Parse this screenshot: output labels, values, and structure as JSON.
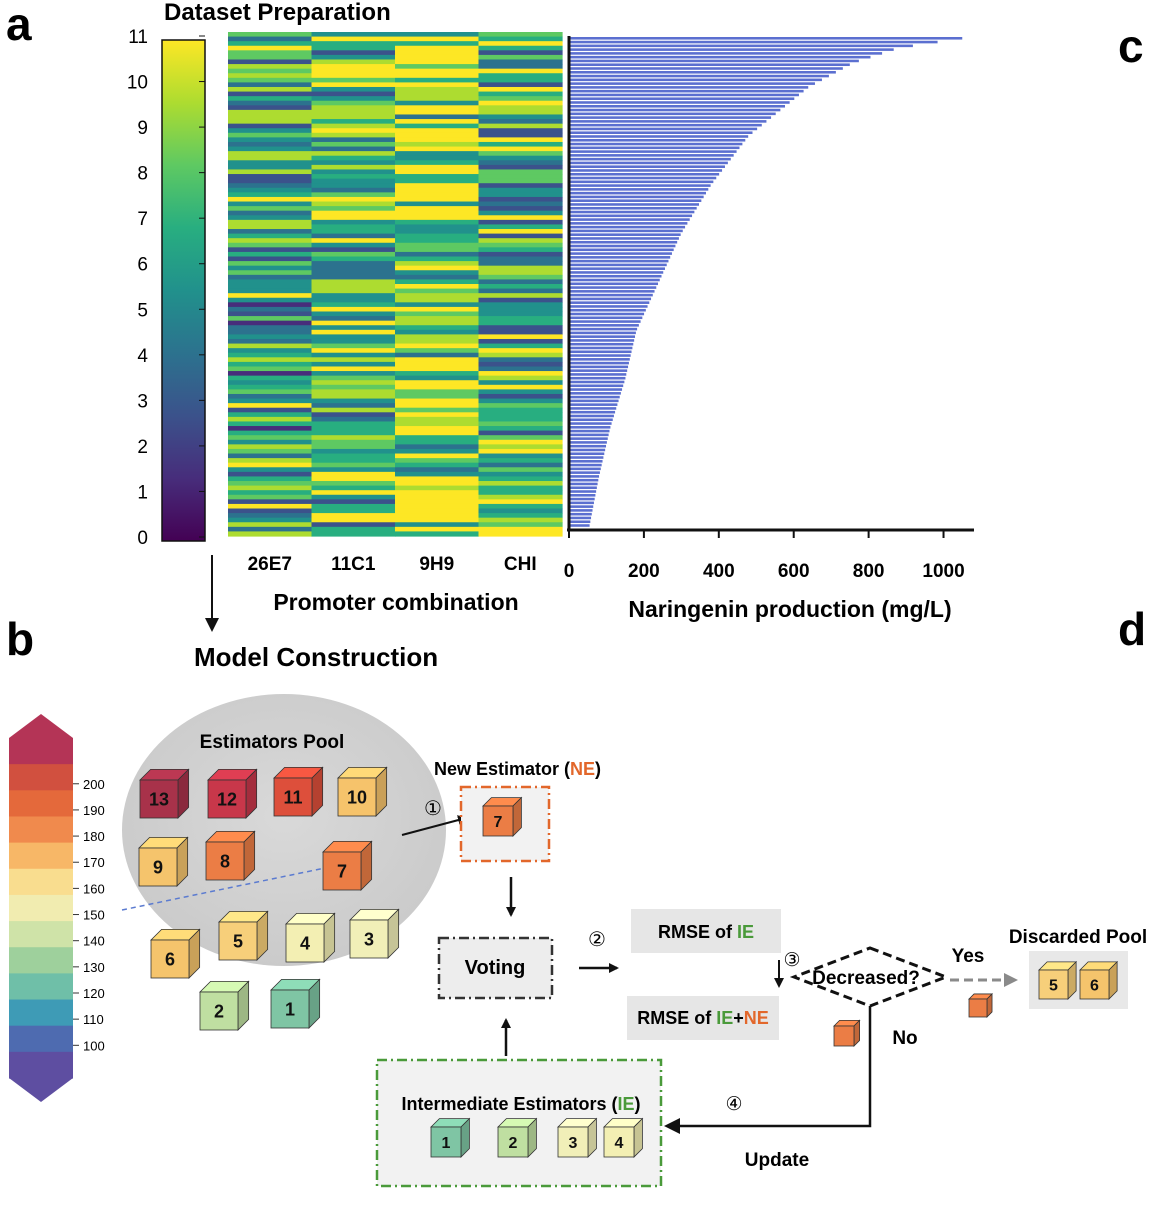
{
  "panels": {
    "a": "a",
    "b": "b",
    "c": "c",
    "d": "d"
  },
  "section_a": {
    "title": "Dataset Preparation",
    "colorbar_ticks": [
      "0",
      "1",
      "2",
      "3",
      "4",
      "5",
      "6",
      "7",
      "8",
      "9",
      "10",
      "11"
    ],
    "heatmap": {
      "columns": [
        "26E7",
        "11C1",
        "9H9",
        "CHI"
      ],
      "xlabel": "Promoter combination",
      "rows": 110,
      "colormap": [
        "#440154",
        "#472d7b",
        "#3b528b",
        "#2c728e",
        "#21918c",
        "#28ae80",
        "#5ec962",
        "#addc30",
        "#fde725"
      ]
    },
    "bar_chart": {
      "type": "bar",
      "orientation": "horizontal",
      "xlabel": "Naringenin production (mg/L)",
      "xticks": [
        "0",
        "200",
        "400",
        "600",
        "800",
        "1000"
      ],
      "xlim": [
        0,
        1060
      ],
      "bar_color": "#5b6fd0",
      "profile_points": [
        [
          0,
          1050
        ],
        [
          0.02,
          880
        ],
        [
          0.05,
          760
        ],
        [
          0.1,
          640
        ],
        [
          0.15,
          560
        ],
        [
          0.2,
          480
        ],
        [
          0.3,
          380
        ],
        [
          0.4,
          300
        ],
        [
          0.5,
          240
        ],
        [
          0.6,
          180
        ],
        [
          0.7,
          150
        ],
        [
          0.8,
          110
        ],
        [
          0.9,
          80
        ],
        [
          1.0,
          55
        ]
      ]
    }
  },
  "arrow_label": "Model Construction",
  "section_b": {
    "palette_ticks": [
      "200",
      "190",
      "180",
      "170",
      "160",
      "150",
      "140",
      "130",
      "120",
      "110",
      "100"
    ],
    "palette_colors": [
      "#b43456",
      "#d1503f",
      "#e4693b",
      "#f08a4d",
      "#f7b767",
      "#f9dd8f",
      "#f1ecb0",
      "#cfe3a8",
      "#9ed09c",
      "#6fbfa8",
      "#3e9bb6",
      "#4e6bb0",
      "#5e4ea1"
    ],
    "pool_title": "Estimators Pool",
    "pool_cubes": [
      {
        "n": "13",
        "color": "#a8324a"
      },
      {
        "n": "12",
        "color": "#c8374a"
      },
      {
        "n": "11",
        "color": "#dd4f3b"
      },
      {
        "n": "10",
        "color": "#f6c36b"
      },
      {
        "n": "9",
        "color": "#f5c46c"
      },
      {
        "n": "8",
        "color": "#eb7d45"
      },
      {
        "n": "7",
        "color": "#eb7d45"
      },
      {
        "n": "6",
        "color": "#f5c46c"
      },
      {
        "n": "5",
        "color": "#f7cf7a"
      },
      {
        "n": "4",
        "color": "#f3efb3"
      },
      {
        "n": "3",
        "color": "#f1efb8"
      },
      {
        "n": "2",
        "color": "#bfdfa1"
      },
      {
        "n": "1",
        "color": "#7fc5a4"
      }
    ],
    "new_estimator": {
      "label": "New Estimator (",
      "abbr": "NE",
      "close": ")",
      "cube": "7"
    },
    "voting": "Voting",
    "steps": [
      "①",
      "②",
      "③",
      "④"
    ],
    "rmse_ie": {
      "text": "RMSE of ",
      "abbr": "IE"
    },
    "rmse_ie_ne": {
      "text": "RMSE of ",
      "abbr1": "IE",
      "plus": "+",
      "abbr2": "NE"
    },
    "decreased": "Decreased?",
    "yes": "Yes",
    "no": "No",
    "update": "Update",
    "discarded_title": "Discarded Pool",
    "discarded_cubes": [
      {
        "n": "5",
        "color": "#f7cf7a"
      },
      {
        "n": "6",
        "color": "#f5c46c"
      }
    ],
    "intermediate": {
      "label": "Intermediate Estimators (",
      "abbr": "IE",
      "close": ")"
    },
    "ie_cubes": [
      {
        "n": "1",
        "color": "#7fc5a4"
      },
      {
        "n": "2",
        "color": "#bfdfa1"
      },
      {
        "n": "3",
        "color": "#f1efb8"
      },
      {
        "n": "4",
        "color": "#f3efb3"
      }
    ],
    "accent_orange": "#e2672b",
    "accent_green": "#4a9a3a"
  }
}
